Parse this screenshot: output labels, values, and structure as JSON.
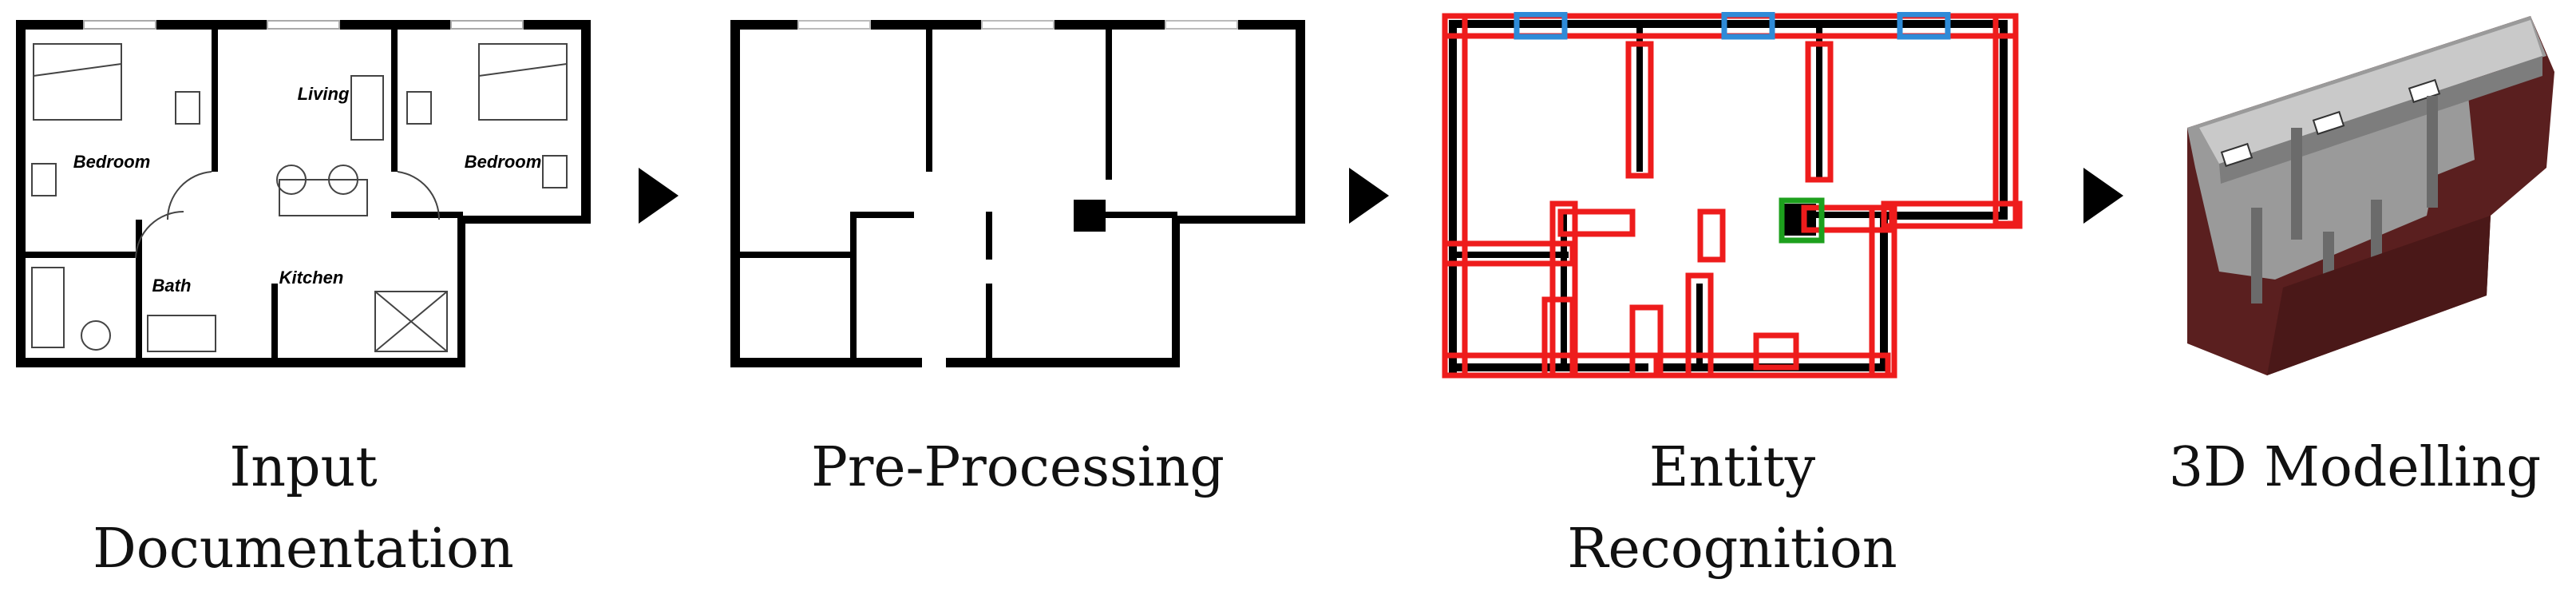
{
  "stages": [
    {
      "id": "input",
      "caption_lines": [
        "Input",
        "Documentation"
      ]
    },
    {
      "id": "preprocessing",
      "caption_lines": [
        "Pre-Processing"
      ]
    },
    {
      "id": "entity",
      "caption_lines": [
        "Entity",
        "Recognition"
      ]
    },
    {
      "id": "modelling",
      "caption_lines": [
        "3D Modelling"
      ]
    }
  ],
  "plan_labels": {
    "living": "Living",
    "bedroom_left": "Bedroom",
    "bedroom_right": "Bedroom",
    "bath": "Bath",
    "kitchen": "Kitchen"
  },
  "colors": {
    "wall": "#000000",
    "wall_box": "#ee1c1c",
    "window_box": "#2e8bd8",
    "column_box": "#1da01d",
    "model_floor": "#9a9a9a",
    "model_wall_top": "#c9c9c9",
    "model_exterior": "#5a1f1f"
  },
  "icons": [
    "arrow-right-icon"
  ]
}
